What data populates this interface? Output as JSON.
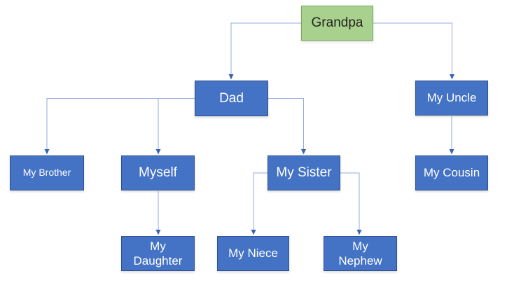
{
  "diagram": {
    "type": "family-tree-org-chart",
    "nodes": {
      "grandpa": {
        "label": "Grandpa",
        "fill": "#A9D18E",
        "border": "#7BA55C",
        "text_color": "#222222"
      },
      "dad": {
        "label": "Dad",
        "fill": "#4472C4",
        "border": "#2F528F",
        "text_color": "#FFFFFF"
      },
      "uncle": {
        "label": "My Uncle",
        "fill": "#4472C4",
        "border": "#2F528F",
        "text_color": "#FFFFFF"
      },
      "brother": {
        "label": "My Brother",
        "fill": "#4472C4",
        "border": "#2F528F",
        "text_color": "#FFFFFF"
      },
      "myself": {
        "label": "Myself",
        "fill": "#4472C4",
        "border": "#2F528F",
        "text_color": "#FFFFFF"
      },
      "sister": {
        "label": "My Sister",
        "fill": "#4472C4",
        "border": "#2F528F",
        "text_color": "#FFFFFF"
      },
      "cousin": {
        "label": "My Cousin",
        "fill": "#4472C4",
        "border": "#2F528F",
        "text_color": "#FFFFFF"
      },
      "daughter": {
        "label": "My\nDaughter",
        "fill": "#4472C4",
        "border": "#2F528F",
        "text_color": "#FFFFFF"
      },
      "niece": {
        "label": "My Niece",
        "fill": "#4472C4",
        "border": "#2F528F",
        "text_color": "#FFFFFF"
      },
      "nephew": {
        "label": "My\nNephew",
        "fill": "#4472C4",
        "border": "#2F528F",
        "text_color": "#FFFFFF"
      }
    },
    "edges": [
      {
        "from": "Grandpa",
        "to": "Dad"
      },
      {
        "from": "Grandpa",
        "to": "My Uncle"
      },
      {
        "from": "Dad",
        "to": "My Brother"
      },
      {
        "from": "Dad",
        "to": "Myself"
      },
      {
        "from": "Dad",
        "to": "My Sister"
      },
      {
        "from": "My Uncle",
        "to": "My Cousin"
      },
      {
        "from": "Myself",
        "to": "My Daughter"
      },
      {
        "from": "My Sister",
        "to": "My Niece"
      },
      {
        "from": "My Sister",
        "to": "My Nephew"
      }
    ],
    "connector_color": "#96A9D8",
    "arrowhead_color": "#3A62B5",
    "background_color": "#FFFFFF"
  }
}
